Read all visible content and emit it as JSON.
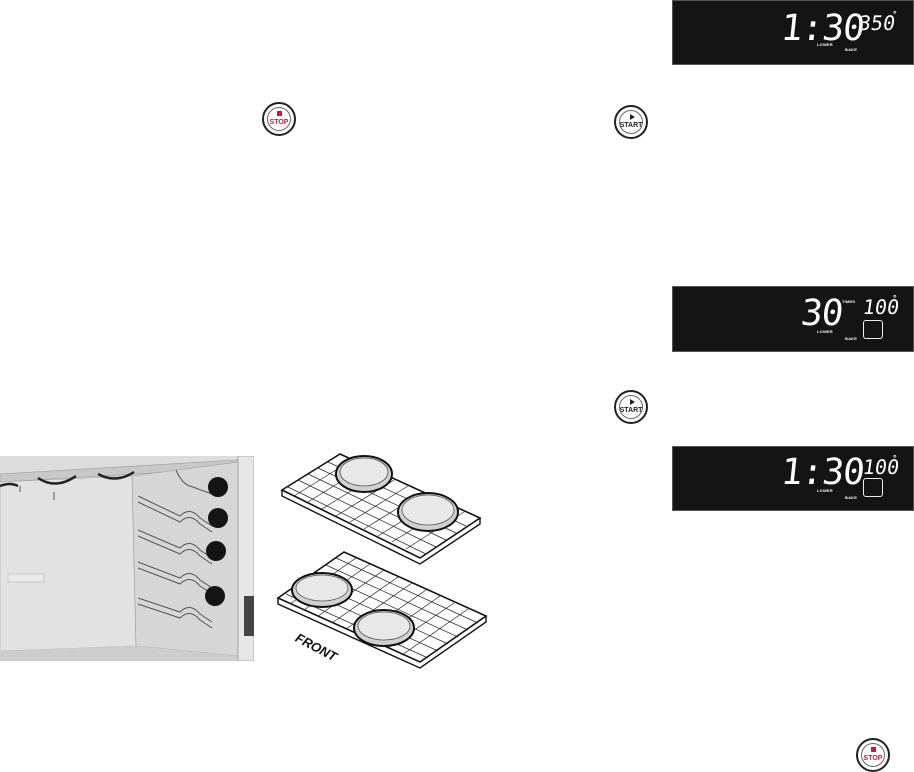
{
  "displays": [
    {
      "time": "1:30",
      "temp": "350",
      "deg": "°",
      "label_lower": "LOWER",
      "label_mode": "BAKE",
      "label_timed": ""
    },
    {
      "time": "30",
      "temp": "100",
      "deg": "°",
      "label_lower": "LOWER",
      "label_mode": "BAKE",
      "label_timed": "TIMED"
    },
    {
      "time": "1:30",
      "temp": "100",
      "deg": "°",
      "label_lower": "LOWER",
      "label_mode": "BAKE",
      "label_timed": ""
    }
  ],
  "buttons": {
    "stop_label": "STOP",
    "start_label": "START"
  },
  "rack_illustration": {
    "front_label": "FRONT"
  },
  "colors": {
    "stop_red": "#d4143c",
    "lcd_bg": "#141414",
    "oven_grey": "#dcdcdc"
  }
}
